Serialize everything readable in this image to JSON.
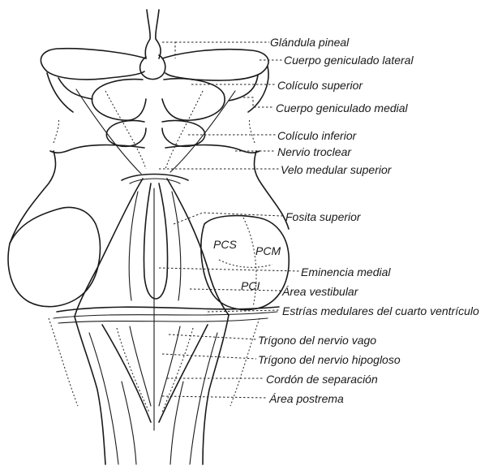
{
  "labels": {
    "glandula_pineal": "Glándula pineal",
    "cuerpo_geniculado_lateral": "Cuerpo geniculado lateral",
    "coliculo_superior": "Colículo superior",
    "cuerpo_geniculado_medial": "Cuerpo geniculado medial",
    "coliculo_inferior": "Colículo inferior",
    "nervio_troclear": "Nervio troclear",
    "velo_medular_superior": "Velo medular superior",
    "fosita_superior": "Fosita superior",
    "eminencia_medial": "Eminencia medial",
    "area_vestibular": "Área vestibular",
    "estrias_medulares": "Estrías medulares del cuarto ventrículo",
    "trigono_vago": "Trígono del nervio vago",
    "trigono_hipogloso": "Trígono del nervio hipogloso",
    "cordon_separacion": "Cordón de separación",
    "area_postrema": "Área postrema"
  },
  "inner_labels": {
    "pcs": "PCS",
    "pcm": "PCM",
    "pci": "PCI"
  }
}
